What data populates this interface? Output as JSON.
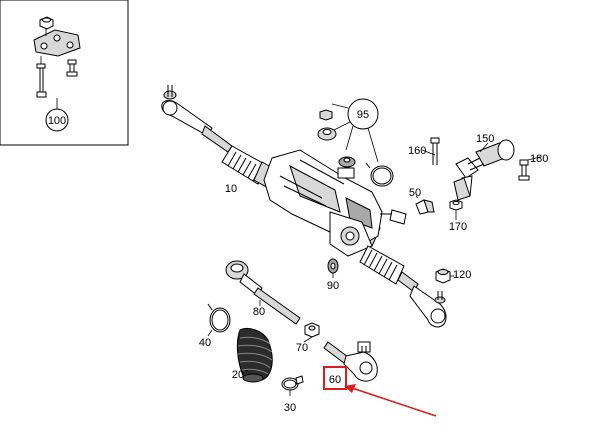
{
  "inset": {
    "label": "100"
  },
  "labels": {
    "l10": "10",
    "l20": "20",
    "l30": "30",
    "l40": "40",
    "l50": "50",
    "l60": "60",
    "l70": "70",
    "l80": "80",
    "l90": "90",
    "l95": "95",
    "l120": "120",
    "l150": "150",
    "l160": "160",
    "l170": "170",
    "l180": "180"
  },
  "colors": {
    "highlight_box": "#d81e1e",
    "arrow": "#d81e1e",
    "line": "#000000",
    "part_fill": "#d8d8d8"
  }
}
